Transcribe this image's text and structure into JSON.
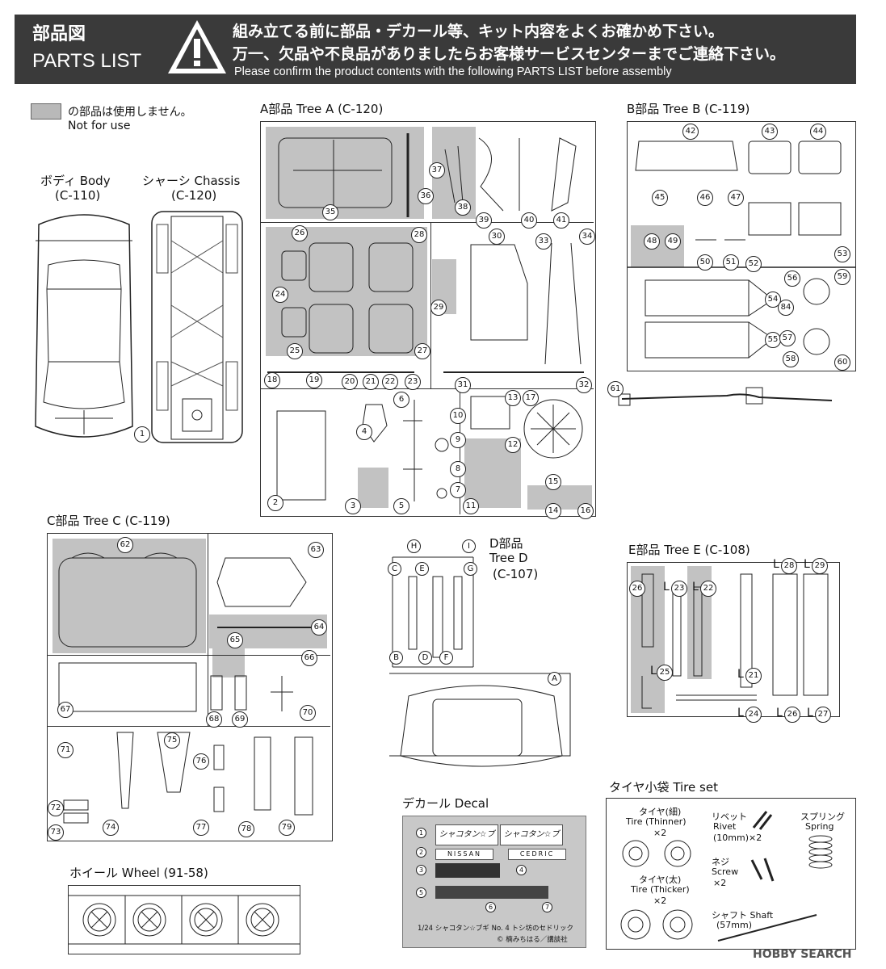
{
  "header": {
    "title_jp": "部品図",
    "title_en": "PARTS LIST",
    "warning_jp_1": "組み立てる前に部品・デカール等、キット内容をよくお確かめ下さい。",
    "warning_jp_2": "万一、欠品や不良品がありましたらお客様サービスセンターまでご連絡下さい。",
    "warning_en": "Please confirm the product contents with the following PARTS LIST before assembly"
  },
  "legend": {
    "jp": "の部品は使用しません。",
    "en": "Not for use"
  },
  "body": {
    "jp": "ボディ Body",
    "code": "(C-110)",
    "num": "1"
  },
  "chassis": {
    "jp": "シャーシ Chassis",
    "code": "(C-120)"
  },
  "tree_a": {
    "title": "A部品 Tree A (C-120)",
    "nums": [
      "35",
      "36",
      "37",
      "38",
      "39",
      "40",
      "41",
      "26",
      "28",
      "24",
      "25",
      "27",
      "29",
      "30",
      "33",
      "34",
      "18",
      "19",
      "20",
      "21",
      "22",
      "23",
      "31",
      "32",
      "2",
      "3",
      "4",
      "5",
      "6",
      "10",
      "9",
      "8",
      "7",
      "11",
      "12",
      "13",
      "17",
      "15",
      "14",
      "16"
    ]
  },
  "tree_b": {
    "title": "B部品 Tree B (C-119)",
    "nums": [
      "42",
      "43",
      "44",
      "45",
      "46",
      "47",
      "48",
      "49",
      "50",
      "51",
      "52",
      "53",
      "54",
      "55",
      "56",
      "57",
      "58",
      "59",
      "60",
      "84",
      "61"
    ]
  },
  "tree_c": {
    "title": "C部品 Tree C (C-119)",
    "nums": [
      "62",
      "63",
      "64",
      "65",
      "66",
      "67",
      "68",
      "69",
      "70",
      "71",
      "72",
      "73",
      "74",
      "75",
      "76",
      "77",
      "78",
      "79"
    ]
  },
  "tree_d": {
    "title_1": "D部品",
    "title_2": "Tree D",
    "title_3": "(C-107)",
    "letters": [
      "H",
      "I",
      "C",
      "E",
      "G",
      "B",
      "D",
      "F",
      "A"
    ]
  },
  "tree_e": {
    "title": "E部品 Tree E (C-108)",
    "nums": [
      "26",
      "23",
      "22",
      "28",
      "29",
      "25",
      "21",
      "24",
      "26",
      "27"
    ],
    "lr": "L"
  },
  "wheel": {
    "title": "ホイール Wheel (91-58)"
  },
  "decal": {
    "title": "デカール Decal",
    "logo": "シャコタン☆ブギ",
    "nissan": "NISSAN",
    "cedric": "CEDRIC",
    "caption_1": "1/24 シャコタン☆ブギ No. 4 トシ坊のセドリック",
    "caption_2": "© 楠みちはる／講談社",
    "nums": [
      "1",
      "2",
      "3",
      "4",
      "5",
      "6",
      "7"
    ]
  },
  "tire_set": {
    "title": "タイヤ小袋  Tire set",
    "thin_jp": "タイヤ(細)",
    "thin_en": "Tire (Thinner)",
    "thin_qty": "×2",
    "thick_jp": "タイヤ(太)",
    "thick_en": "Tire (Thicker)",
    "thick_qty": "×2",
    "rivet_jp": "リベット",
    "rivet_en": "Rivet",
    "rivet_qty": "(10mm)×2",
    "screw_jp": "ネジ",
    "screw_en": "Screw",
    "screw_qty": "×2",
    "spring_jp": "スプリング",
    "spring_en": "Spring",
    "shaft": "シャフト Shaft",
    "shaft_size": "(57mm)"
  },
  "watermark": "HOBBY SEARCH"
}
